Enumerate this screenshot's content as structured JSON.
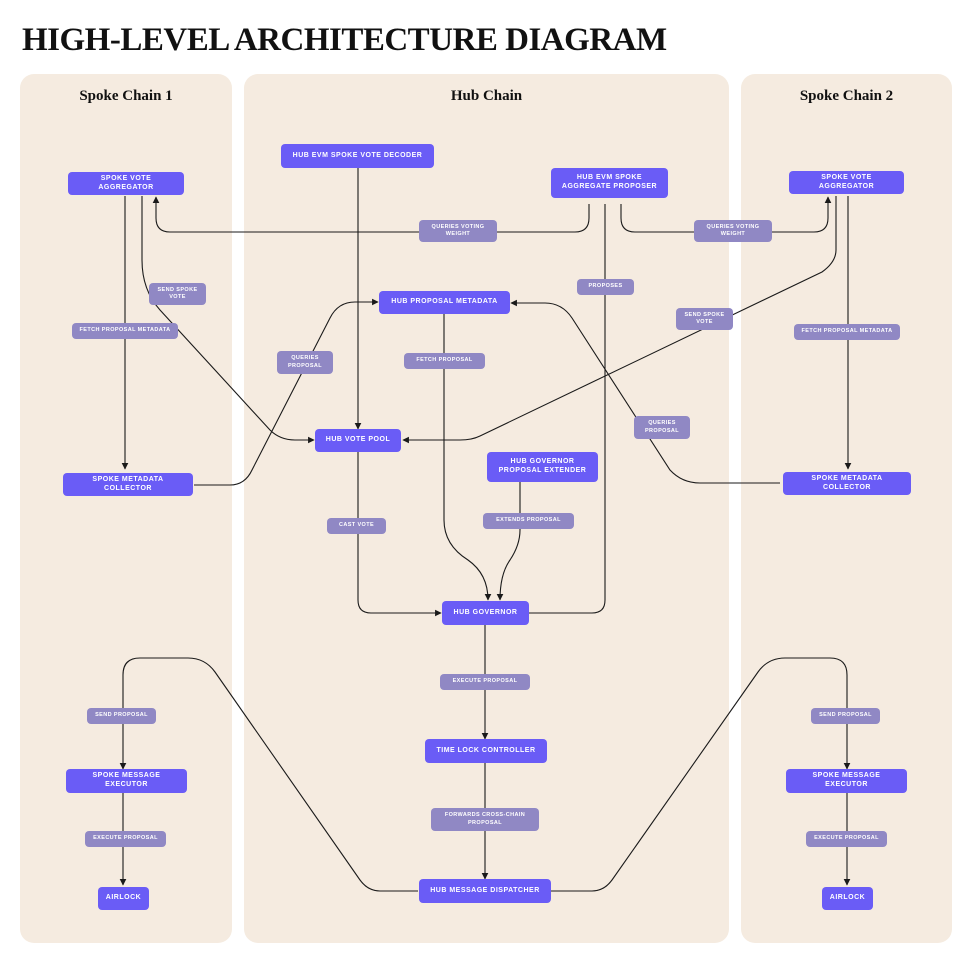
{
  "title": "HIGH-LEVEL ARCHITECTURE DIAGRAM",
  "panels": {
    "spoke1": "Spoke Chain 1",
    "hub": "Hub Chain",
    "spoke2": "Spoke Chain 2"
  },
  "nodes": {
    "hub_decoder": "HUB EVM SPOKE VOTE DECODER",
    "hub_proposer": "HUB EVM SPOKE AGGREGATE PROPOSER",
    "hub_metadata": "HUB PROPOSAL METADATA",
    "hub_vote_pool": "HUB VOTE POOL",
    "hub_extender": "HUB GOVERNOR PROPOSAL EXTENDER",
    "hub_governor": "HUB GOVERNOR",
    "timelock": "TIME LOCK CONTROLLER",
    "dispatcher": "HUB MESSAGE DISPATCHER",
    "s1_aggregator": "SPOKE VOTE AGGREGATOR",
    "s1_collector": "SPOKE METADATA COLLECTOR",
    "s1_executor": "SPOKE MESSAGE EXECUTOR",
    "s1_airlock": "AIRLOCK",
    "s2_aggregator": "SPOKE VOTE AGGREGATOR",
    "s2_collector": "SPOKE METADATA COLLECTOR",
    "s2_executor": "SPOKE MESSAGE EXECUTOR",
    "s2_airlock": "AIRLOCK"
  },
  "labels": {
    "queries_weight_left": "QUERIES VOTING WEIGHT",
    "queries_weight_right": "QUERIES VOTING WEIGHT",
    "proposes": "PROPOSES",
    "send_vote_left": "SEND SPOKE VOTE",
    "send_vote_right": "SEND SPOKE VOTE",
    "fetch_meta_left": "FETCH PROPOSAL METADATA",
    "fetch_meta_right": "FETCH PROPOSAL METADATA",
    "queries_proposal_left": "QUERIES PROPOSAL",
    "queries_proposal_right": "QUERIES PROPOSAL",
    "fetch_proposal": "FETCH PROPOSAL",
    "cast_vote": "CAST VOTE",
    "extends_proposal": "EXTENDS PROPOSAL",
    "execute_proposal_hub": "EXECUTE PROPOSAL",
    "forwards": "FORWARDS CROSS-CHAIN PROPOSAL",
    "send_proposal_left": "SEND PROPOSAL",
    "send_proposal_right": "SEND PROPOSAL",
    "execute_proposal_left": "EXECUTE PROPOSAL",
    "execute_proposal_right": "EXECUTE PROPOSAL"
  },
  "colors": {
    "panel": "#f5ebe0",
    "node": "#6a5cf6",
    "label": "#9088c4",
    "line": "#1a1a1a"
  }
}
